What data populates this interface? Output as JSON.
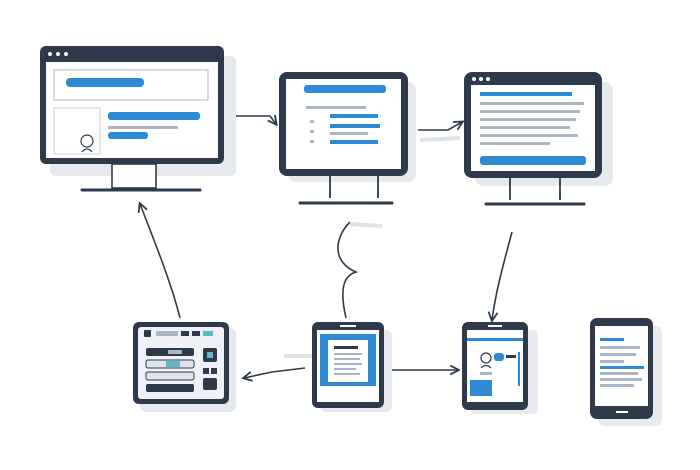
{
  "colors": {
    "frame": "#2e3a4b",
    "screen": "#ffffff",
    "accent": "#2f8ad6",
    "line": "#a9b6c5",
    "shadow": "#e6e9ee",
    "panel": "#dfe4ea",
    "teal": "#5fb8c8"
  },
  "icons": {
    "flow_arrow": "arrow-icon",
    "document": "document-icon",
    "user": "user-icon",
    "keyboard": "keypad-icon"
  },
  "nodes": [
    {
      "id": "desktop-monitor-large",
      "kind": "monitor"
    },
    {
      "id": "desktop-monitor-medium",
      "kind": "monitor"
    },
    {
      "id": "desktop-monitor-right",
      "kind": "monitor"
    },
    {
      "id": "control-panel-device",
      "kind": "device"
    },
    {
      "id": "document-tablet",
      "kind": "tablet"
    },
    {
      "id": "profile-tablet",
      "kind": "tablet"
    },
    {
      "id": "smartphone",
      "kind": "phone"
    }
  ],
  "edges": [
    {
      "from": "desktop-monitor-large",
      "to": "desktop-monitor-medium"
    },
    {
      "from": "desktop-monitor-medium",
      "to": "desktop-monitor-right"
    },
    {
      "from": "control-panel-device",
      "to": "desktop-monitor-large"
    },
    {
      "from": "document-tablet",
      "to": "control-panel-device"
    },
    {
      "from": "document-tablet",
      "to": "profile-tablet"
    },
    {
      "from": "desktop-monitor-right",
      "to": "profile-tablet"
    }
  ]
}
